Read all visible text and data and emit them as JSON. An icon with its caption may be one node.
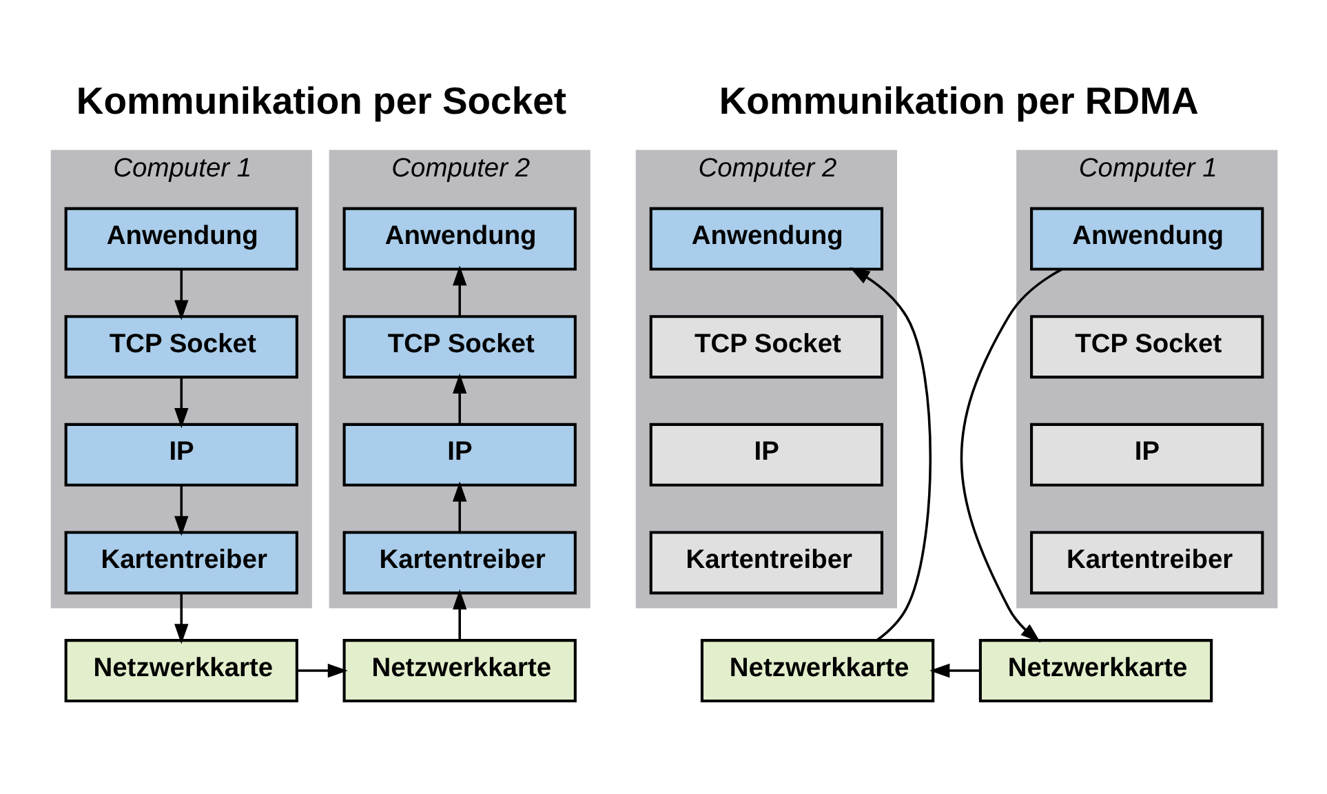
{
  "diagram": {
    "nodes": [
      {
        "text": [
          "Computer 1"
        ]
      },
      {
        "text": [
          "Anwendung"
        ],
        "in": 0
      },
      {
        "text": [
          "TCP Socket"
        ],
        "in": 0
      },
      {
        "text": [
          "IP"
        ],
        "in": 0
      },
      {
        "text": [
          "Kartentreiber"
        ],
        "in": 0
      },
      {
        "text": [
          "Netzwerkkarte"
        ]
      },
      {
        "text": [
          "Computer 2"
        ]
      },
      {
        "text": [
          "Anwendung"
        ],
        "in": 6
      },
      {
        "text": [
          "TCP Socket"
        ],
        "in": 6
      },
      {
        "text": [
          "IP"
        ],
        "in": 6
      },
      {
        "text": [
          "Kartentreiber"
        ],
        "in": 6
      },
      {
        "text": [
          "Netzwerkkarte"
        ]
      },
      {
        "text": [
          "Computer 1"
        ]
      },
      {
        "text": [
          "Anwendung"
        ],
        "in": 12
      },
      {
        "text": [
          "TCP Socket"
        ],
        "in": 12
      },
      {
        "text": [
          "IP"
        ],
        "in": 12
      },
      {
        "text": [
          "Kartentreiber"
        ],
        "in": 12
      },
      {
        "text": [
          "Netzwerkkarte"
        ]
      },
      {
        "text": [
          "Computer 2"
        ]
      },
      {
        "text": [
          "Anwendung"
        ],
        "in": 18
      },
      {
        "text": [
          "TCP Socket"
        ],
        "in": 18
      },
      {
        "text": [
          "IP"
        ],
        "in": 18
      },
      {
        "text": [
          "Kartentreiber"
        ],
        "in": 18
      },
      {
        "text": [
          "Netzwerkkarte"
        ]
      }
    ],
    "edges": [
      {
        "from": 1,
        "to": 2,
        "arrow": "to"
      },
      {
        "from": 2,
        "to": 3,
        "arrow": "to"
      },
      {
        "from": 3,
        "to": 4,
        "arrow": "to"
      },
      {
        "from": 4,
        "to": 5,
        "arrow": "to"
      },
      {
        "from": 5,
        "to": 11,
        "arrow": "to"
      },
      {
        "from": 11,
        "to": 10,
        "arrow": "to"
      },
      {
        "from": 10,
        "to": 9,
        "arrow": "to"
      },
      {
        "from": 9,
        "to": 8,
        "arrow": "to"
      },
      {
        "from": 8,
        "to": 7,
        "arrow": "to"
      },
      {
        "from": 13,
        "to": 17,
        "arrow": "to"
      },
      {
        "from": 17,
        "to": 23,
        "arrow": "to"
      },
      {
        "from": 23,
        "to": 19,
        "arrow": "to"
      }
    ],
    "labels": [
      "Kommunikation per Socket",
      "Kommunikation per RDMA"
    ]
  }
}
